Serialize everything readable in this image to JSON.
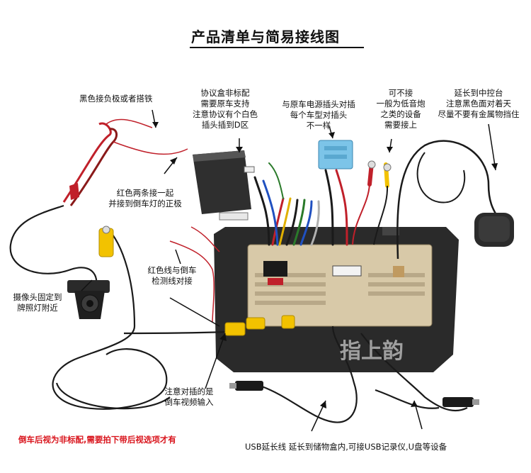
{
  "title": "产品清单与简易接线图",
  "labels": {
    "black_ground": "黑色接负极或者搭铁",
    "protocol_box_title": "协议盒非标配",
    "protocol_box_lines": [
      "需要原车支持",
      "注意协议有个白色",
      "插头插到D区"
    ],
    "power_plug_lines": [
      "与原车电源插头对插",
      "每个车型对插头",
      "不一样"
    ],
    "subwoofer_lines": [
      "可不接",
      "一般为低音炮",
      "之类的设备",
      "需要接上"
    ],
    "gps_lines": [
      "延长到中控台",
      "注意黑色面对着天",
      "尽量不要有金属物挡住"
    ],
    "red_two_lines": [
      "红色两条接一起",
      "并接到倒车灯的正极"
    ],
    "red_reverse_lines": [
      "红色线与倒车",
      "检测线对接"
    ],
    "camera_lines": [
      "摄像头固定到",
      "牌照灯附近"
    ],
    "video_input_lines": [
      "注意对插的是",
      "倒车视频输入"
    ],
    "rear_camera_note": "倒车后视为非标配,需要拍下带后视选项才有",
    "usb_note": "USB延长线 延长到储物盒内,可接USB记录仪,U盘等设备",
    "watermark": "指上韵"
  },
  "colors": {
    "red": "#d9141c",
    "yellow_plug": "#f2c200",
    "blue_plug": "#7cc4e8",
    "panel_tan": "#d8c9a8",
    "frame_black": "#2a2a2a"
  }
}
